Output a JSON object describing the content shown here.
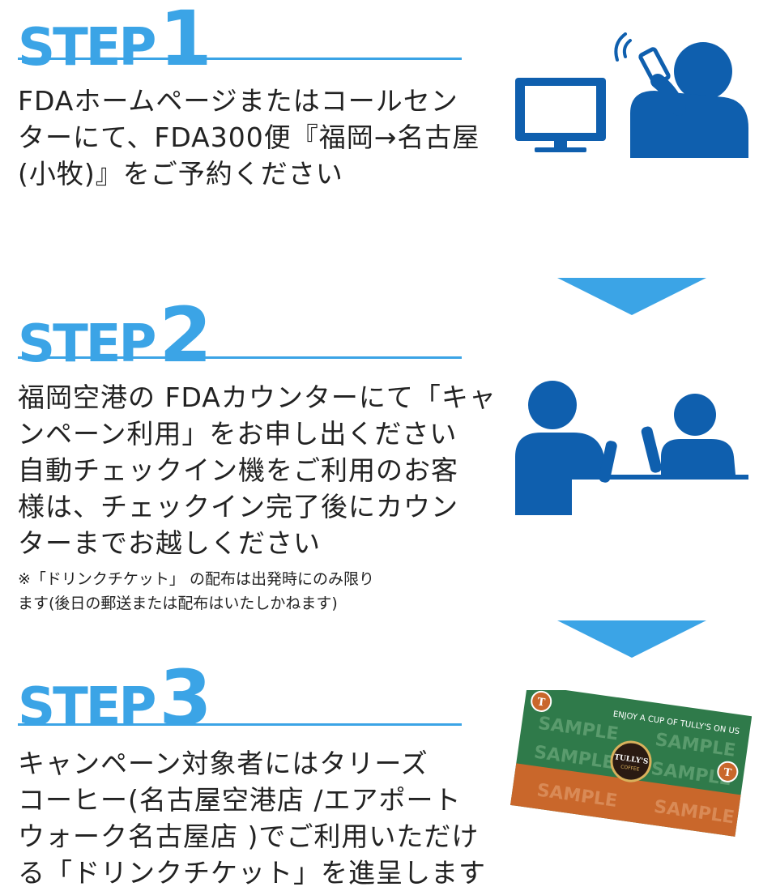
{
  "colors": {
    "step_title": "#3ba4e6",
    "arrow": "#3ba4e6",
    "icon": "#0f5fae",
    "ticket_green": "#2f7a4a",
    "ticket_orange": "#c9672b"
  },
  "step1": {
    "word": "STEP",
    "num": "1",
    "lines": [
      "FDAホームページまたはコールセン",
      "ターにて、FDA300便『福岡→名古屋",
      "(小牧)』をご予約ください"
    ],
    "icon": "computer-and-phone-caller-icon"
  },
  "step2": {
    "word": "STEP",
    "num": "2",
    "lines": [
      "福岡空港の FDAカウンターにて「キャ",
      "ンペーン利用」をお申し出ください",
      "自動チェックイン機をご利用のお客",
      "様は、チェックイン完了後にカウン",
      "ターまでお越しください"
    ],
    "note_lines": [
      "※「ドリンクチケット」 の配布は出発時にのみ限り",
      "ます(後日の郵送または配布はいたしかねます)"
    ],
    "icon": "counter-staff-and-customer-icon"
  },
  "step3": {
    "word": "STEP",
    "num": "3",
    "lines": [
      "キャンペーン対象者にはタリーズ",
      "コーヒー(名古屋空港店 /エアポート",
      "ウォーク名古屋店 )でご利用いただけ",
      "る「ドリンクチケット」を進呈します"
    ],
    "ticket": {
      "watermark": "SAMPLE",
      "header": "ENJOY A CUP OF TULLY'S ON US",
      "logo_line1": "TULLY'S",
      "logo_line2": "COFFEE",
      "badge": "T"
    }
  }
}
